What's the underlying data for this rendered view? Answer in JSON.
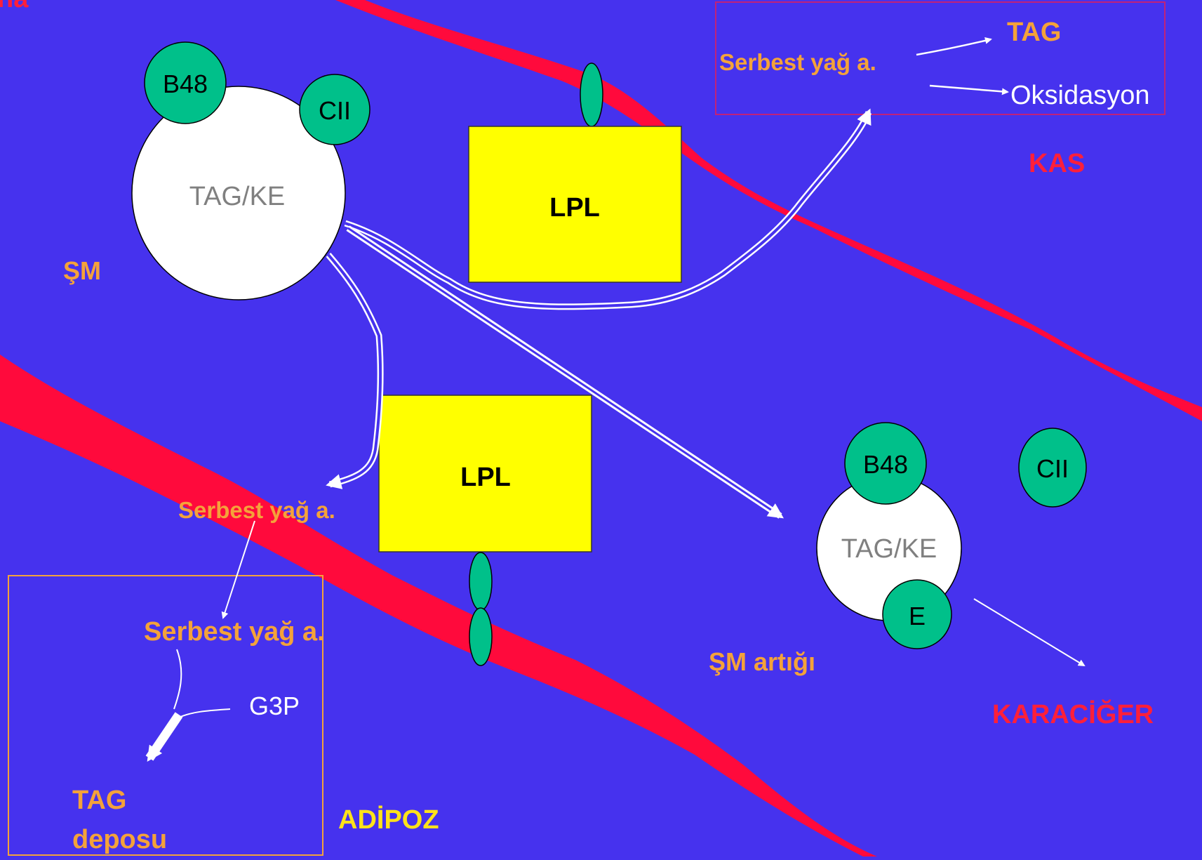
{
  "colors": {
    "background": "#4632ee",
    "vessel": "#ff0a3c",
    "apoprotein": "#00c08a",
    "lpl_box": "#ffff00",
    "label_orange": "#f4a23a",
    "label_red": "#ff1f3a",
    "label_yellow": "#ffe21a"
  },
  "top_left_fragment": "na",
  "chylomicron": {
    "b48": "B48",
    "cii": "CII",
    "core": "TAG/KE",
    "label": "ŞM"
  },
  "lpl_upper": "LPL",
  "lpl_lower": "LPL",
  "muscle": {
    "ffa": "Serbest yağ a.",
    "tag": "TAG",
    "oxidation": "Oksidasyon",
    "label": "KAS"
  },
  "adipose": {
    "ffa_released": "Serbest yağ a.",
    "ffa_inside": "Serbest yağ a.",
    "g3p": "G3P",
    "tag_store_line1": "TAG",
    "tag_store_line2": "deposu",
    "label": "ADİPOZ"
  },
  "remnant": {
    "b48": "B48",
    "cii": "CII",
    "core": "TAG/KE",
    "e": "E",
    "label": "ŞM artığı",
    "destination": "KARACİĞER"
  }
}
